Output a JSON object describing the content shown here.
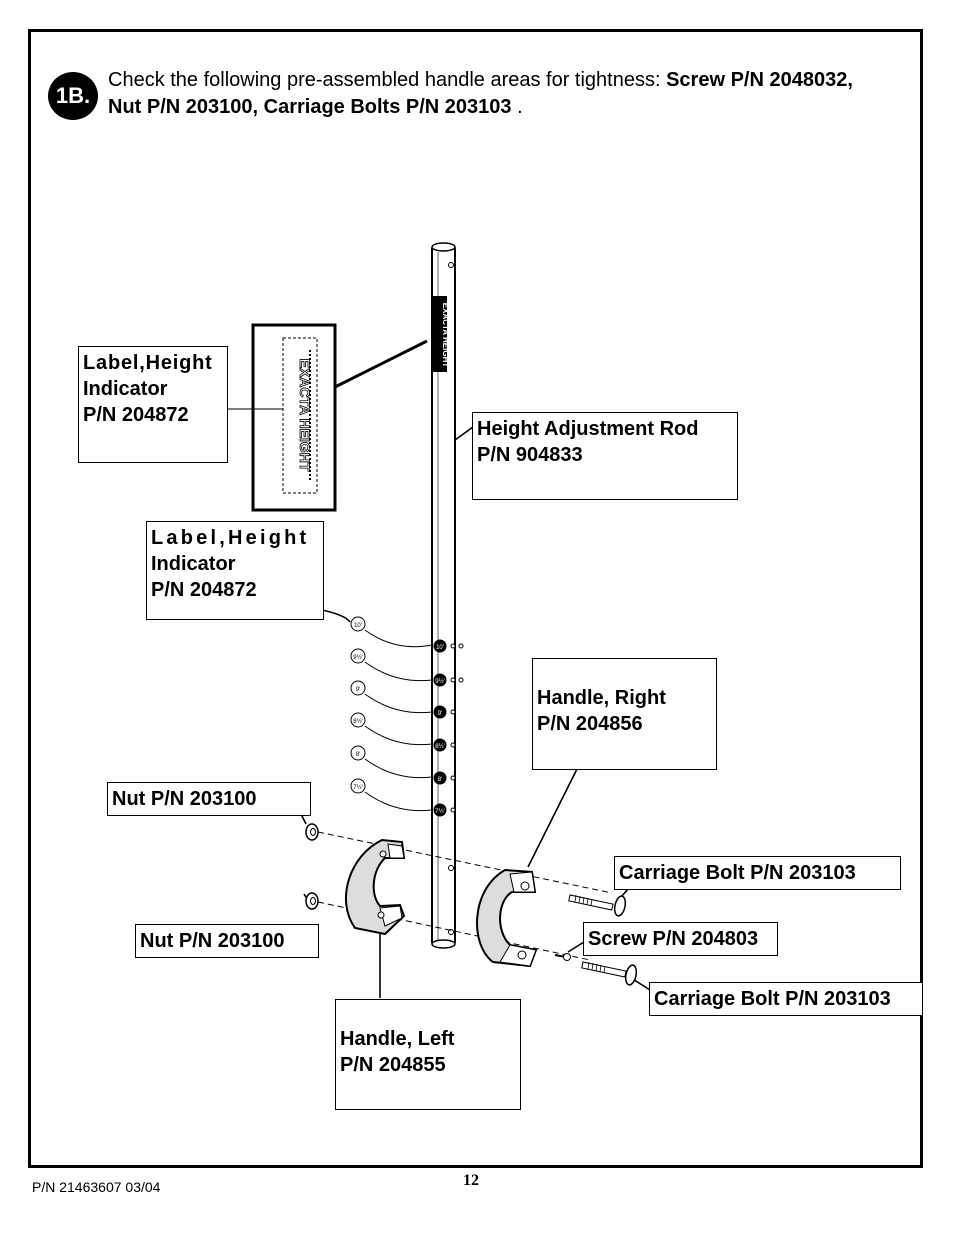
{
  "step": {
    "badge": "1B.",
    "text_plain": "Check the following pre-assembled handle areas for tightness: ",
    "text_bold": "Screw P/N 2048032, Nut P/N 203100, Carriage Bolts P/N 203103",
    "text_end": " ."
  },
  "callouts": {
    "label_top": {
      "line1": "Label,Height",
      "line2": "Indicator",
      "line3": "P/N 204872"
    },
    "label_mid": {
      "line1": "Label,Height",
      "line2": "Indicator",
      "line3": "P/N 204872"
    },
    "rod": {
      "line1": "Height Adjustment Rod",
      "line2": "P/N 904833"
    },
    "handle_right": {
      "line1": "Handle, Right",
      "line2": "P/N 204856"
    },
    "handle_left": {
      "line1": "Handle, Left",
      "line2": "P/N 204855"
    },
    "nut_top": "Nut P/N 203100",
    "nut_bottom": "Nut P/N 203100",
    "carriage_bolt_top": "Carriage Bolt P/N 203103",
    "screw": "Screw P/N 204803",
    "carriage_bolt_bottom": "Carriage Bolt P/N 203103"
  },
  "rod_decal_text": "EXACTA HEIGHT",
  "height_labels": [
    "10'",
    "9½'",
    "9'",
    "8½'",
    "8'",
    "7½'"
  ],
  "footer": {
    "part_number": "P/N 21463607   03/04",
    "page": "12"
  }
}
